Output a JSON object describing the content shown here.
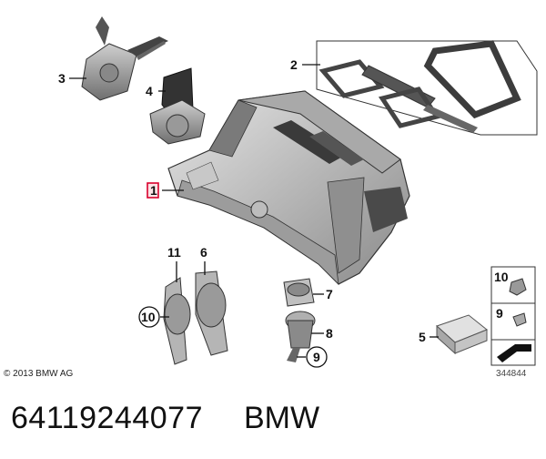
{
  "callouts": {
    "c1": "1",
    "c2": "2",
    "c3": "3",
    "c4": "4",
    "c5": "5",
    "c6": "6",
    "c7": "7",
    "c8": "8",
    "c9_circle": "9",
    "c9_box": "9",
    "c10_circle": "10",
    "c10_box": "10",
    "c11": "11"
  },
  "copyright": "© 2013 BMW AG",
  "diagram_id": "344844",
  "part_number": "64119244077",
  "brand": "BMW",
  "colors": {
    "highlight": "#d9002c",
    "line": "#111111",
    "part_fill": "#d2d2d2"
  }
}
